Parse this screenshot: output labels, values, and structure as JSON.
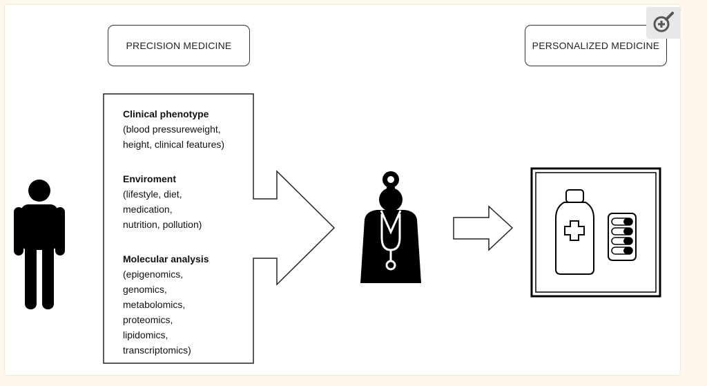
{
  "labels": {
    "precision": "PRECISION MEDICINE",
    "personalized": "PERSONALIZED MEDICINE"
  },
  "sections": [
    {
      "heading": "Clinical phenotype",
      "lines": [
        "(blood pressureweight,",
        "height, clinical features)"
      ]
    },
    {
      "heading": "Enviroment",
      "lines": [
        "(lifestyle, diet,",
        "medication,",
        "nutrition, pollution)"
      ]
    },
    {
      "heading": "Molecular analysis",
      "lines": [
        "(epigenomics,",
        "genomics,",
        "metabolomics,",
        "proteomics,",
        "lipidomics,",
        "transcriptomics)"
      ]
    }
  ],
  "icons": {
    "person": "person-icon",
    "doctor": "doctor-icon",
    "medicine": "medicine-icon",
    "zoom": "zoom-in-icon"
  },
  "colors": {
    "ink": "#000000",
    "page_background": "#fdf8ea",
    "panel_background": "#ffffff",
    "zoom_button": "#e8e8e8",
    "zoom_icon": "#555555"
  }
}
